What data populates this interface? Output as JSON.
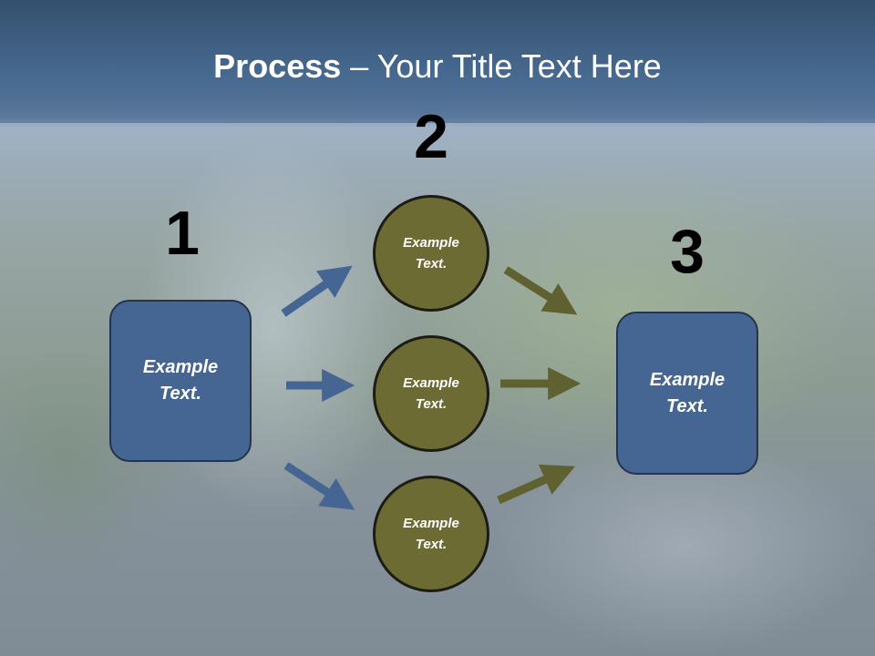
{
  "slide": {
    "title_bold": "Process",
    "title_rest": " – Your Title Text Here",
    "steps": [
      "1",
      "2",
      "3"
    ],
    "left_box": "Example\nText.",
    "right_box": "Example\nText.",
    "circles": [
      "Example\nText.",
      "Example\nText.",
      "Example\nText."
    ]
  },
  "colors": {
    "box_fill": "#456592",
    "circle_fill": "#6b6b33",
    "arrow_blue": "#456592",
    "arrow_olive": "#5f6131",
    "title_bar": "#47698f"
  }
}
